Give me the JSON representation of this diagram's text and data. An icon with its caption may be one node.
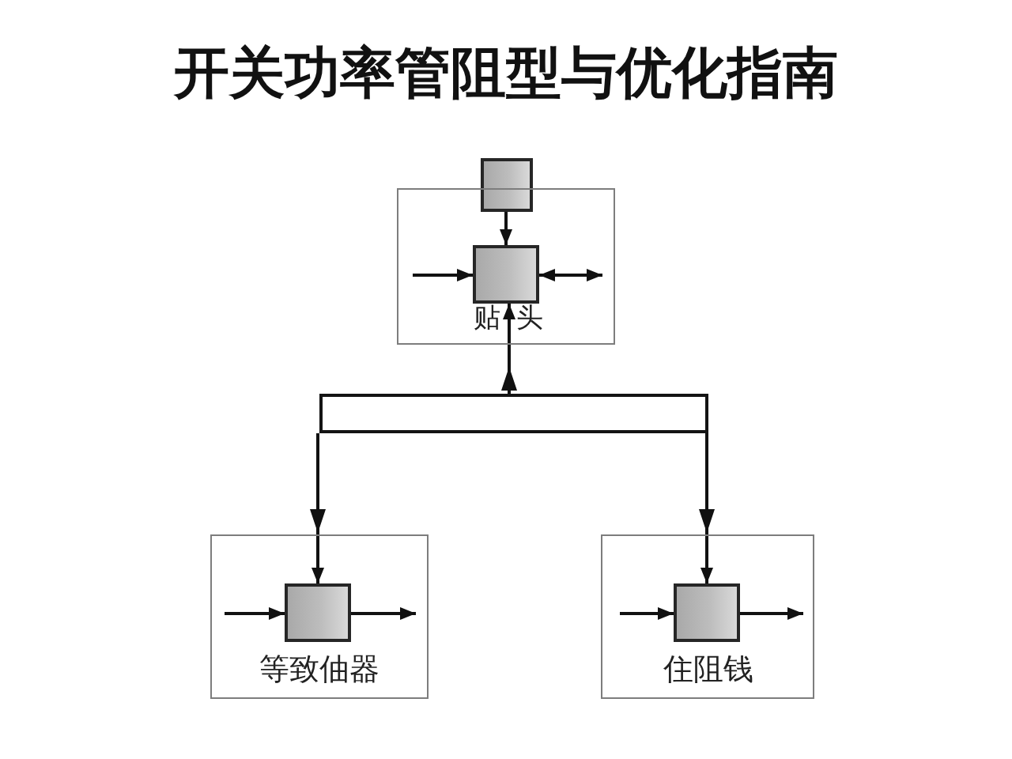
{
  "diagram": {
    "title": "开关功率管阻型与优化指南",
    "nodes": [
      {
        "text": [],
        "shape": "box"
      },
      {
        "text": [
          "贴",
          "头"
        ]
      },
      {
        "text": [],
        "shape": "box",
        "in": 1
      },
      {
        "text": [],
        "shape": "bar"
      },
      {
        "text": [
          "等致伷器"
        ]
      },
      {
        "text": [],
        "shape": "box",
        "in": 4
      },
      {
        "text": [
          "住阻钱"
        ]
      },
      {
        "text": [],
        "shape": "box",
        "in": 6
      }
    ],
    "edges": [
      {
        "from": 0,
        "to": 2,
        "arrow": "to"
      },
      {
        "from": null,
        "to": 2,
        "arrow": "to"
      },
      {
        "from": 2,
        "to": null,
        "arrow": "both"
      },
      {
        "from": 3,
        "to": 2,
        "arrow": "to"
      },
      {
        "from": 3,
        "to": 5,
        "arrow": "to"
      },
      {
        "from": 3,
        "to": 7,
        "arrow": "to"
      },
      {
        "from": null,
        "to": 5,
        "arrow": "to"
      },
      {
        "from": 5,
        "to": null,
        "arrow": "to"
      },
      {
        "from": null,
        "to": 7,
        "arrow": "to"
      },
      {
        "from": 7,
        "to": null,
        "arrow": "to"
      }
    ]
  }
}
